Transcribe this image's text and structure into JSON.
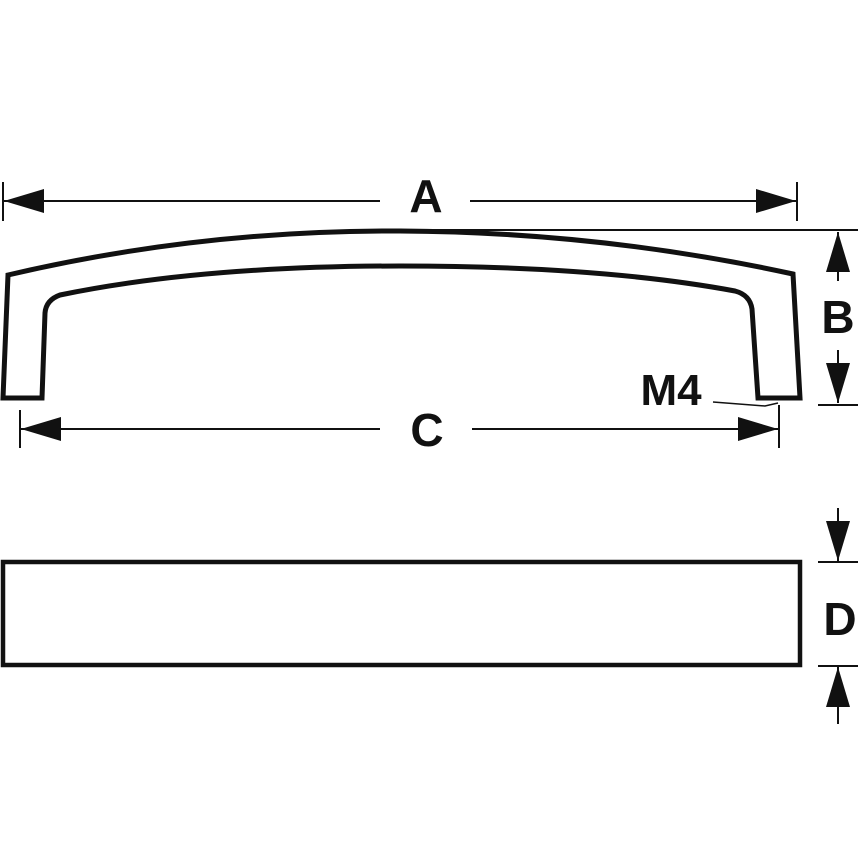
{
  "diagram": {
    "type": "technical-drawing",
    "subject": "cabinet handle dimension drawing",
    "views": [
      "front-view",
      "top-view"
    ],
    "dimensions": {
      "A": "A",
      "B": "B",
      "C": "C",
      "D": "D"
    },
    "thread_callout": "M4",
    "colors": {
      "line": "#111111",
      "background": "#ffffff"
    }
  }
}
